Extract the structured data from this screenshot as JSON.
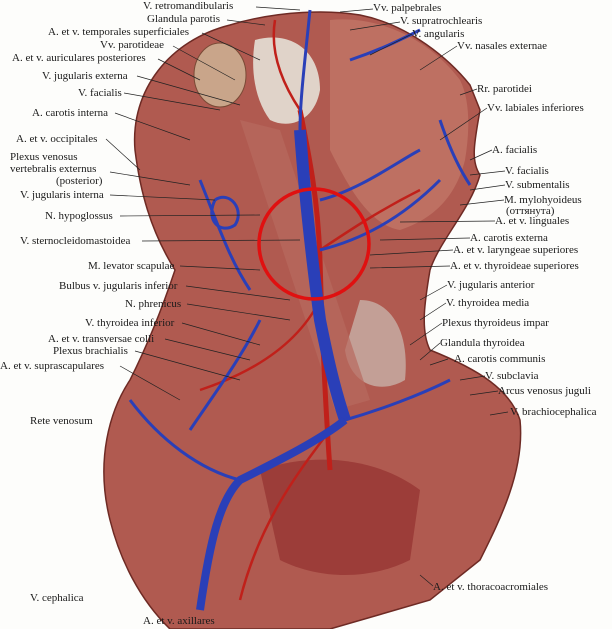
{
  "labels_left": {
    "retromandibularis": "V. retromandibularis",
    "glandula_parotis": "Glandula parotis",
    "temporales": "A. et v. temporales superficiales",
    "parotideae": "Vv. parotideae",
    "auriculares": "A. et v. auriculares posteriores",
    "jugularis_externa": "V. jugularis externa",
    "facialis": "V. facialis",
    "carotis_interna": "A. carotis interna",
    "occipitales": "A. et v. occipitales",
    "plexus_venosus_1": "Plexus venosus",
    "plexus_venosus_2": "vertebralis externus",
    "plexus_venosus_3": "(posterior)",
    "jugularis_interna": "V. jugularis interna",
    "hypoglossus": "N. hypoglossus",
    "sternocleido": "V. sternocleidomastoidea",
    "levator": "M. levator scapulae",
    "bulbus": "Bulbus v. jugularis inferior",
    "phrenicus": "N. phrenicus",
    "thyroidea_inferior": "V. thyroidea inferior",
    "transversae_colli": "A. et v. transversae colli",
    "plexus_brachialis": "Plexus brachialis",
    "suprascapulares": "A. et v. suprascapulares",
    "rete_venosum": "Rete venosum",
    "cephalica": "V. cephalica",
    "axillares": "A. et v. axillares"
  },
  "labels_right": {
    "palpebrales": "Vv. palpebrales",
    "supratrochlearis": "V. supratrochlearis",
    "angularis": "V. angularis",
    "nasales": "Vv. nasales externae",
    "parotidei": "Rr. parotidei",
    "labiales": "Vv. labiales inferiores",
    "a_facialis": "A. facialis",
    "v_facialis": "V. facialis",
    "submentalis": "V. submentalis",
    "mylohyoideus_1": "M. mylohyoideus",
    "mylohyoideus_2": "(оттянута)",
    "linguales": "A. et v. linguales",
    "carotis_externa": "A. carotis externa",
    "laryngeae": "A. et v. laryngeae superiores",
    "thyroideae_sup": "A. et v. thyroideae superiores",
    "jugularis_anterior": "V. jugularis anterior",
    "thyroidea_media": "V. thyroidea media",
    "plexus_thyroideus": "Plexus thyroideus impar",
    "glandula_thyroidea": "Glandula thyroidea",
    "carotis_communis": "A. carotis communis",
    "subclavia": "V. subclavia",
    "arcus": "Arcus venosus juguli",
    "brachiocephalica": "V. brachiocephalica",
    "thoracoacromiales": "A. et v. thoracoacromiales"
  },
  "colors": {
    "vein": "#2a3fb8",
    "artery": "#c0201a",
    "muscle": "#a8504a",
    "highlight": "#e01010"
  }
}
